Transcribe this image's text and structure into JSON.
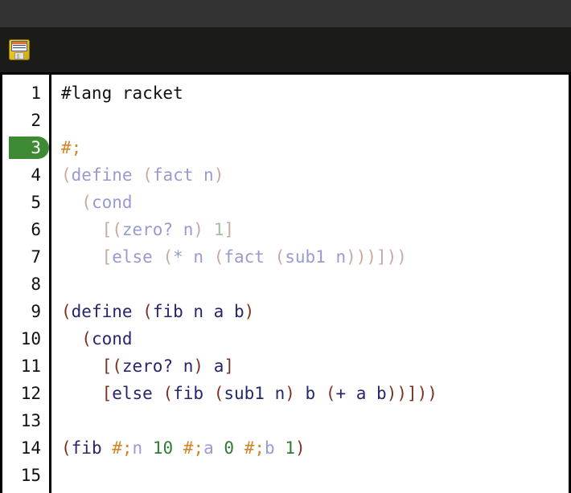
{
  "window": {
    "titlebar_color": "#333333",
    "toolbar_color": "#1b1b1a"
  },
  "toolbar": {
    "buttons": [
      {
        "name": "save-button",
        "icon": "floppy-disk-icon",
        "label": ""
      }
    ]
  },
  "editor": {
    "language": "racket",
    "current_line": 3,
    "current_line_badge_color": "#3f8a35",
    "background": "#ffffff",
    "colors": {
      "paren": "#7a3322",
      "identifier": "#26266e",
      "number": "#2e7d32",
      "plain": "#111111",
      "hash_semi": "#d4862a",
      "dim_paren": "#c9a9a0",
      "dim_identifier": "#9a9ad0",
      "dim_number": "#9cc49c"
    },
    "lines": [
      {
        "number": "1",
        "tokens": [
          {
            "t": "#lang racket",
            "c": "plain"
          }
        ]
      },
      {
        "number": "2",
        "tokens": []
      },
      {
        "number": "3",
        "tokens": [
          {
            "t": "#;",
            "c": "hashsemi"
          }
        ]
      },
      {
        "number": "4",
        "tokens": [
          {
            "t": "(",
            "c": "d-paren"
          },
          {
            "t": "define",
            "c": "d-ident"
          },
          {
            "t": " ",
            "c": "d-ident"
          },
          {
            "t": "(",
            "c": "d-paren"
          },
          {
            "t": "fact n",
            "c": "d-ident"
          },
          {
            "t": ")",
            "c": "d-paren"
          }
        ]
      },
      {
        "number": "5",
        "tokens": [
          {
            "t": "  ",
            "c": "d-ident"
          },
          {
            "t": "(",
            "c": "d-paren"
          },
          {
            "t": "cond",
            "c": "d-ident"
          }
        ]
      },
      {
        "number": "6",
        "tokens": [
          {
            "t": "    ",
            "c": "d-ident"
          },
          {
            "t": "[(",
            "c": "d-paren"
          },
          {
            "t": "zero? n",
            "c": "d-ident"
          },
          {
            "t": ")",
            "c": "d-paren"
          },
          {
            "t": " ",
            "c": "d-ident"
          },
          {
            "t": "1",
            "c": "d-num"
          },
          {
            "t": "]",
            "c": "d-paren"
          }
        ]
      },
      {
        "number": "7",
        "tokens": [
          {
            "t": "    ",
            "c": "d-ident"
          },
          {
            "t": "[",
            "c": "d-paren"
          },
          {
            "t": "else",
            "c": "d-ident"
          },
          {
            "t": " ",
            "c": "d-ident"
          },
          {
            "t": "(",
            "c": "d-paren"
          },
          {
            "t": "* n ",
            "c": "d-ident"
          },
          {
            "t": "(",
            "c": "d-paren"
          },
          {
            "t": "fact ",
            "c": "d-ident"
          },
          {
            "t": "(",
            "c": "d-paren"
          },
          {
            "t": "sub1 n",
            "c": "d-ident"
          },
          {
            "t": ")))]))",
            "c": "d-paren"
          }
        ]
      },
      {
        "number": "8",
        "tokens": []
      },
      {
        "number": "9",
        "tokens": [
          {
            "t": "(",
            "c": "paren"
          },
          {
            "t": "define",
            "c": "ident"
          },
          {
            "t": " ",
            "c": "ident"
          },
          {
            "t": "(",
            "c": "paren"
          },
          {
            "t": "fib n a b",
            "c": "ident"
          },
          {
            "t": ")",
            "c": "paren"
          }
        ]
      },
      {
        "number": "10",
        "tokens": [
          {
            "t": "  ",
            "c": "ident"
          },
          {
            "t": "(",
            "c": "paren"
          },
          {
            "t": "cond",
            "c": "ident"
          }
        ]
      },
      {
        "number": "11",
        "tokens": [
          {
            "t": "    ",
            "c": "ident"
          },
          {
            "t": "[(",
            "c": "paren"
          },
          {
            "t": "zero? n",
            "c": "ident"
          },
          {
            "t": ")",
            "c": "paren"
          },
          {
            "t": " ",
            "c": "ident"
          },
          {
            "t": "a",
            "c": "ident"
          },
          {
            "t": "]",
            "c": "paren"
          }
        ]
      },
      {
        "number": "12",
        "tokens": [
          {
            "t": "    ",
            "c": "ident"
          },
          {
            "t": "[",
            "c": "paren"
          },
          {
            "t": "else",
            "c": "ident"
          },
          {
            "t": " ",
            "c": "ident"
          },
          {
            "t": "(",
            "c": "paren"
          },
          {
            "t": "fib ",
            "c": "ident"
          },
          {
            "t": "(",
            "c": "paren"
          },
          {
            "t": "sub1 n",
            "c": "ident"
          },
          {
            "t": ")",
            "c": "paren"
          },
          {
            "t": " b ",
            "c": "ident"
          },
          {
            "t": "(",
            "c": "paren"
          },
          {
            "t": "+ a b",
            "c": "ident"
          },
          {
            "t": "))]))",
            "c": "paren"
          }
        ]
      },
      {
        "number": "13",
        "tokens": []
      },
      {
        "number": "14",
        "tokens": [
          {
            "t": "(",
            "c": "paren"
          },
          {
            "t": "fib",
            "c": "ident"
          },
          {
            "t": " ",
            "c": "ident"
          },
          {
            "t": "#;",
            "c": "hashsemi"
          },
          {
            "t": "n",
            "c": "d-ident"
          },
          {
            "t": " ",
            "c": "ident"
          },
          {
            "t": "10",
            "c": "num"
          },
          {
            "t": " ",
            "c": "ident"
          },
          {
            "t": "#;",
            "c": "hashsemi"
          },
          {
            "t": "a",
            "c": "d-ident"
          },
          {
            "t": " ",
            "c": "ident"
          },
          {
            "t": "0",
            "c": "num"
          },
          {
            "t": " ",
            "c": "ident"
          },
          {
            "t": "#;",
            "c": "hashsemi"
          },
          {
            "t": "b",
            "c": "d-ident"
          },
          {
            "t": " ",
            "c": "ident"
          },
          {
            "t": "1",
            "c": "num"
          },
          {
            "t": ")",
            "c": "paren"
          }
        ]
      },
      {
        "number": "15",
        "tokens": []
      }
    ]
  }
}
